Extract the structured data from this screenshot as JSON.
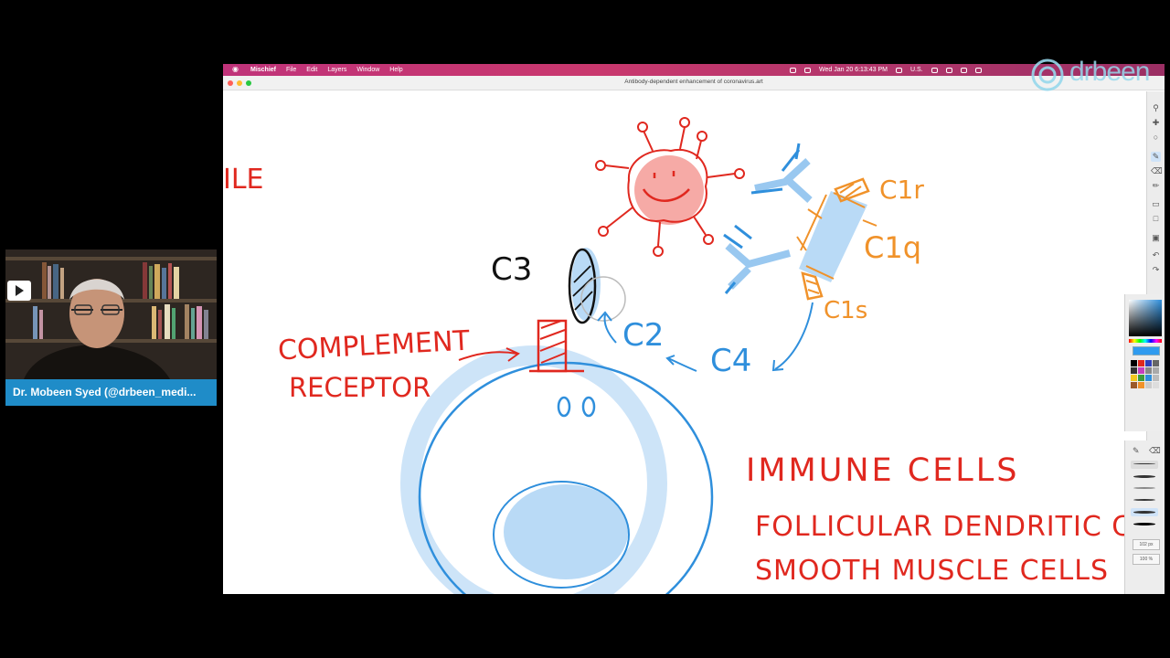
{
  "menubar": {
    "app_name": "Mischief",
    "menus": [
      "File",
      "Edit",
      "Layers",
      "Window",
      "Help"
    ],
    "datetime": "Wed Jan 20  6:13:43 PM",
    "input_source": "U.S."
  },
  "window": {
    "document_title": "Antibody-dependent enhancement of coronavirus.art"
  },
  "drawing": {
    "partial_left": "ILE",
    "c3": "C3",
    "c2": "C2",
    "c4": "C4",
    "c1r": "C1r",
    "c1q": "C1q",
    "c1s": "C1s",
    "complement": "COMPLEMENT",
    "receptor": "RECEPTOR",
    "immune_cells": "IMMUNE CELLS",
    "follicular": "FOLLICULAR DENDRITIC C",
    "smooth_muscle": "SMOOTH MUSCLE CELLS"
  },
  "tools": {
    "size_value": "102 px",
    "opacity_value": "100 %"
  },
  "colors": {
    "accent_red": "#e0281f",
    "accent_blue": "#2f8fdc",
    "accent_orange": "#f0922a",
    "menubar_pink": "#c0337a",
    "name_bar_blue": "#1f8cc8"
  },
  "logo": {
    "brand_text": "drbeen"
  },
  "webcam": {
    "presenter_name": "Dr. Mobeen Syed (@drbeen_medi..."
  }
}
